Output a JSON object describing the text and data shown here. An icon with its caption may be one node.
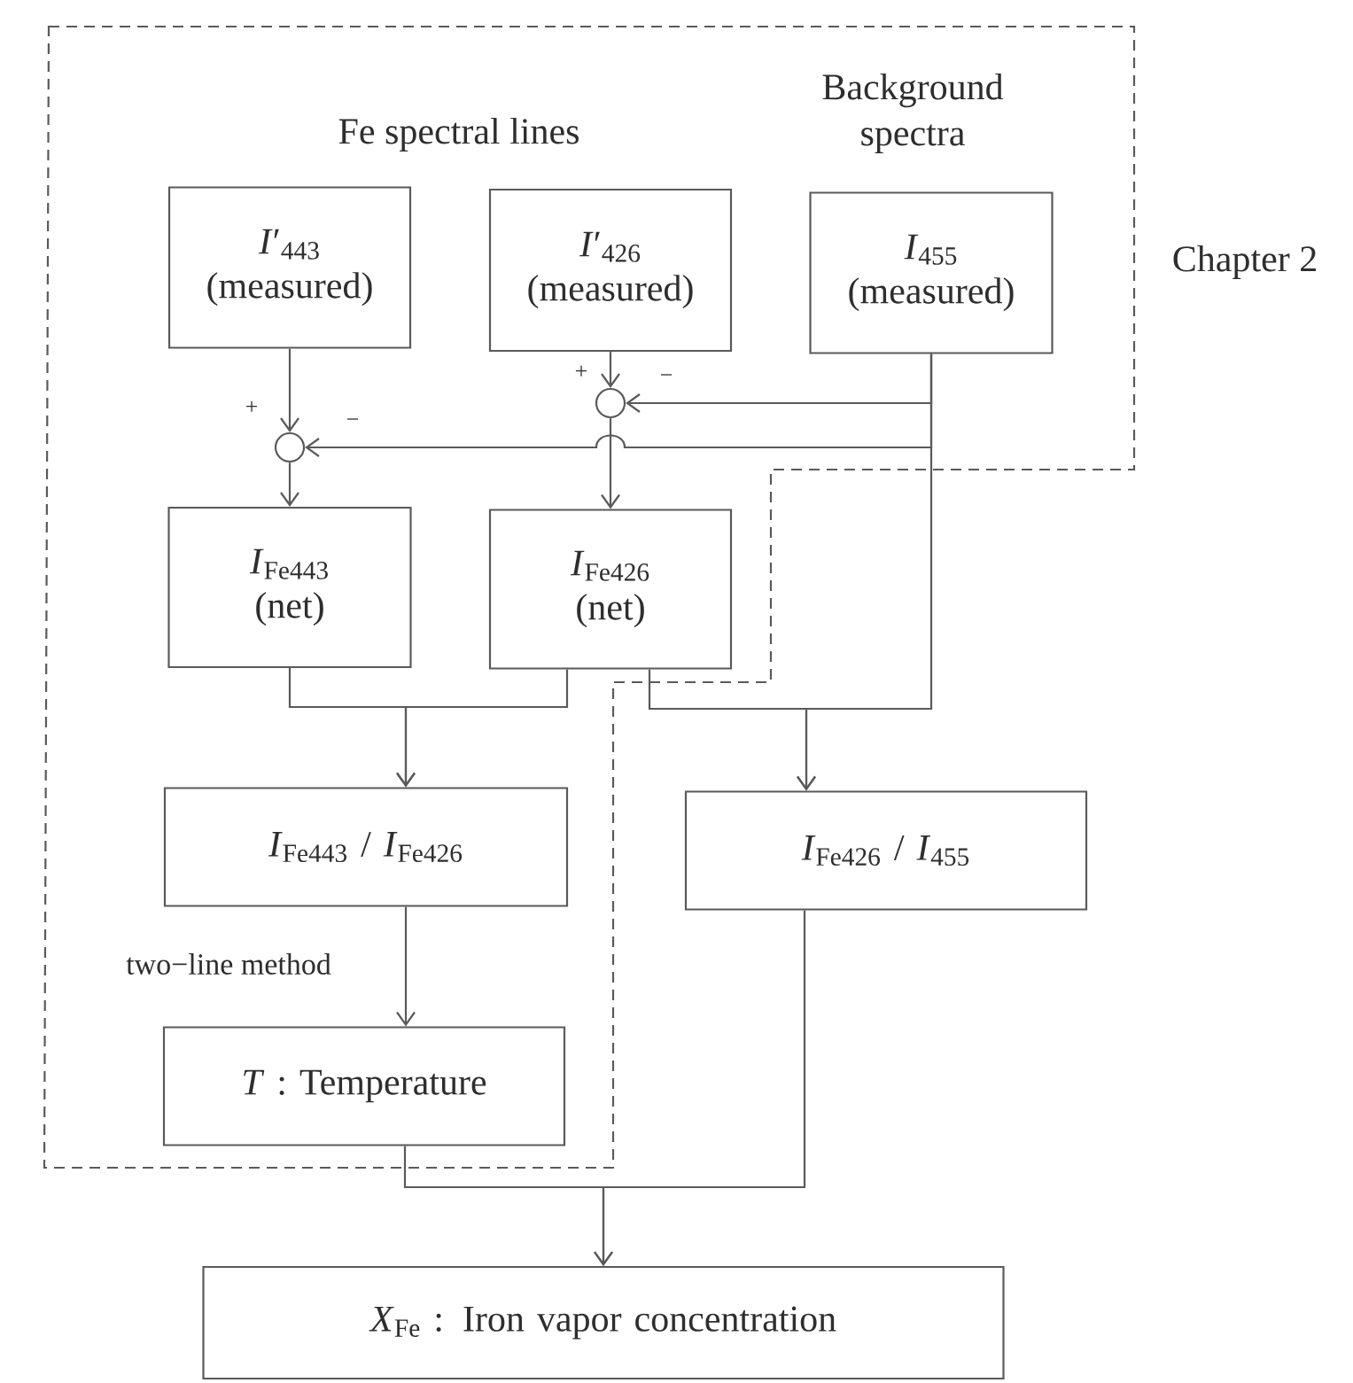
{
  "diagram": {
    "nodes": [
      {
        "text": [
          "*I*′$_{443}$ (measured)"
        ]
      },
      {
        "text": [
          "*I*′$_{426}$ (measured)"
        ]
      },
      {
        "text": [
          "*I*$_{455}$ (measured)"
        ]
      },
      {
        "text": [],
        "shape": "circle"
      },
      {
        "text": [],
        "shape": "circle"
      },
      {
        "text": [
          "*I*$_{Fe443}$ (net)"
        ]
      },
      {
        "text": [
          "*I*$_{Fe426}$ (net)"
        ]
      },
      {
        "text": [
          "*I*$_{Fe443}$ / *I*$_{Fe426}$"
        ]
      },
      {
        "text": [
          "*I*$_{Fe426}$ / *I*$_{455}$"
        ]
      },
      {
        "text": [
          "*T* : Temperature"
        ]
      },
      {
        "text": [
          "*X*$_{Fe}$ : Iron vapor concentration"
        ]
      }
    ],
    "edges": [
      {
        "from": 0,
        "to": 3,
        "arrow": "to"
      },
      {
        "from": 1,
        "to": 4,
        "arrow": "to"
      },
      {
        "from": 2,
        "to": 4,
        "arrow": "to"
      },
      {
        "from": 2,
        "to": 3,
        "arrow": "to"
      },
      {
        "from": 3,
        "to": 5,
        "arrow": "to"
      },
      {
        "from": 4,
        "to": 6,
        "arrow": "to"
      },
      {
        "from": 5,
        "to": 7,
        "arrow": "to"
      },
      {
        "from": 6,
        "to": 7,
        "arrow": "to"
      },
      {
        "from": 6,
        "to": 8,
        "arrow": "to"
      },
      {
        "from": 2,
        "to": 8,
        "arrow": "to"
      },
      {
        "from": 7,
        "to": 9,
        "arrow": "to",
        "label": "two−line method"
      },
      {
        "from": 9,
        "to": 10,
        "arrow": "to"
      },
      {
        "from": 8,
        "to": 10,
        "arrow": "to"
      }
    ],
    "labels": [
      "Fe spectral lines",
      "Background spectra",
      "Chapter 2",
      "+",
      "−",
      "+",
      "−"
    ]
  }
}
